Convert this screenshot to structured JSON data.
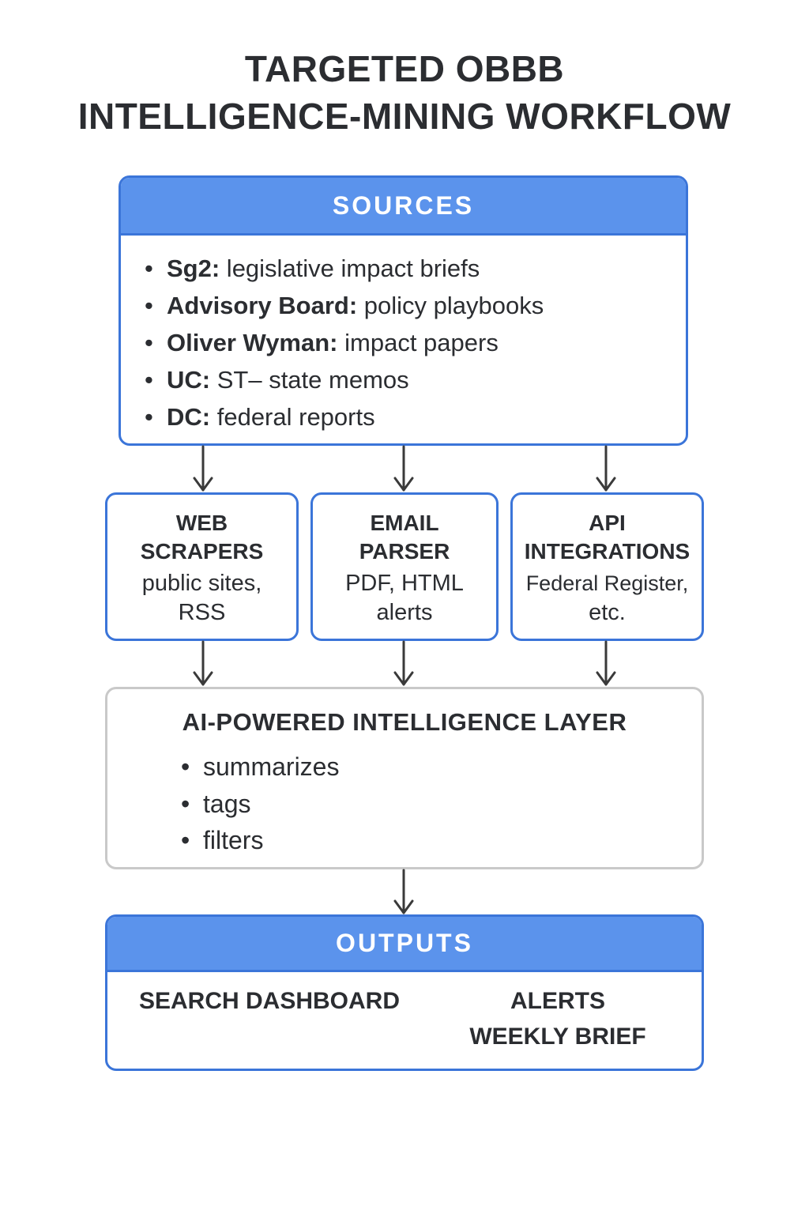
{
  "title": {
    "line1": "TARGETED OBBB",
    "line2": "INTELLIGENCE-MINING WORKFLOW"
  },
  "sources": {
    "header": "SOURCES",
    "items": [
      {
        "label": "Sg2:",
        "text": " legislative impact briefs"
      },
      {
        "label": "Advisory Board:",
        "text": " policy playbooks"
      },
      {
        "label": "Oliver Wyman:",
        "text": " impact papers"
      },
      {
        "label": "UC:",
        "text": " ST– state memos"
      },
      {
        "label": "DC:",
        "text": " federal reports"
      }
    ]
  },
  "collectors": [
    {
      "name_line1": "WEB",
      "name_line2": "SCRAPERS",
      "desc_line1": "public sites,",
      "desc_line2": "RSS"
    },
    {
      "name_line1": "EMAIL",
      "name_line2": "PARSER",
      "desc_line1": "PDF, HTML",
      "desc_line2": "alerts"
    },
    {
      "name_line1": "API",
      "name_line2": "INTEGRATIONS",
      "desc_line1": "Federal Register,",
      "desc_line2": "etc."
    }
  ],
  "ai_layer": {
    "title": "AI-POWERED INTELLIGENCE LAYER",
    "items": [
      "summarizes",
      "tags",
      "filters"
    ]
  },
  "outputs": {
    "header": "OUTPUTS",
    "items": [
      "SEARCH DASHBOARD",
      "ALERTS",
      "WEEKLY BRIEF"
    ]
  },
  "colors": {
    "accent_blue": "#5b93ec",
    "border_blue": "#3b75d9",
    "ai_border_gray": "#c9c9c9",
    "text_dark": "#2b2d31",
    "arrow": "#3a3a3a"
  }
}
